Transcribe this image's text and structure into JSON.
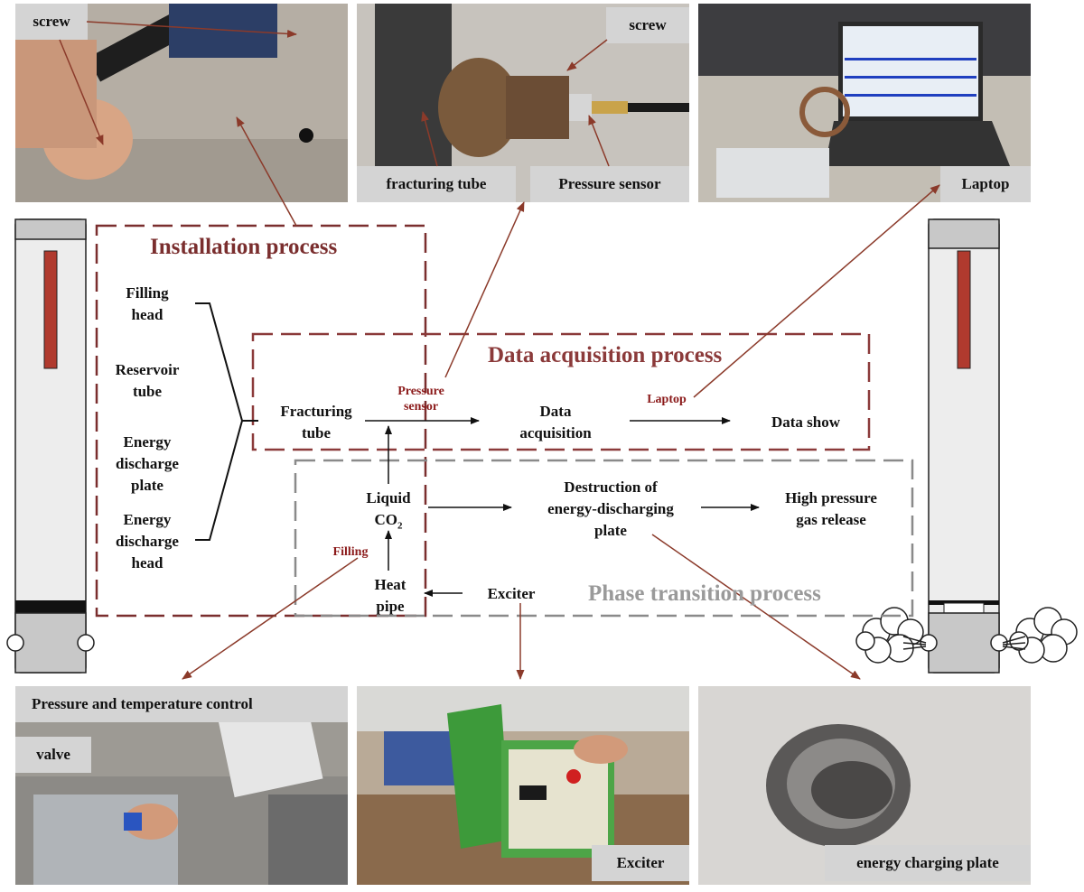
{
  "photos": {
    "top_left": {
      "tags": [
        "screw"
      ]
    },
    "top_mid": {
      "tags": [
        "screw",
        "fracturing tube",
        "Pressure sensor"
      ]
    },
    "top_right": {
      "tags": [
        "Laptop"
      ]
    },
    "bottom_left": {
      "tags": [
        "Pressure and temperature control",
        "valve"
      ]
    },
    "bottom_mid": {
      "tags": [
        "Exciter"
      ]
    },
    "bottom_right": {
      "tags": [
        "energy charging plate"
      ]
    }
  },
  "processes": {
    "installation": "Installation process",
    "data_acquisition": "Data acquisition process",
    "phase_transition": "Phase transition process"
  },
  "components": {
    "filling_head": [
      "Filling",
      "head"
    ],
    "reservoir_tube": [
      "Reservoir",
      "tube"
    ],
    "energy_discharge_plate": [
      "Energy",
      "discharge",
      "plate"
    ],
    "energy_discharge_head": [
      "Energy",
      "discharge",
      "head"
    ]
  },
  "nodes": {
    "fracturing_tube": [
      "Fracturing",
      "tube"
    ],
    "data_acquisition": [
      "Data",
      "acquisition"
    ],
    "data_show": "Data show",
    "liquid": "Liquid",
    "co2_main": "CO",
    "co2_sub": "2",
    "destruction": [
      "Destruction of",
      "energy-discharging",
      "plate"
    ],
    "gas_release": [
      "High pressure",
      "gas release"
    ],
    "heat_pipe": [
      "Heat",
      "pipe"
    ],
    "exciter": "Exciter"
  },
  "arrow_labels": {
    "pressure_sensor": [
      "Pressure",
      "sensor"
    ],
    "laptop": "Laptop",
    "filling": "Filling"
  },
  "colors": {
    "installation_border": "#7a2e2e",
    "data_border": "#8b3a3a",
    "phase_border": "#8a8a8a",
    "phase_title": "#9a9a9a",
    "red_label": "#8b1a1a",
    "tube_bar": "#b03a2e",
    "tag_bg": "#d4d4d4"
  }
}
